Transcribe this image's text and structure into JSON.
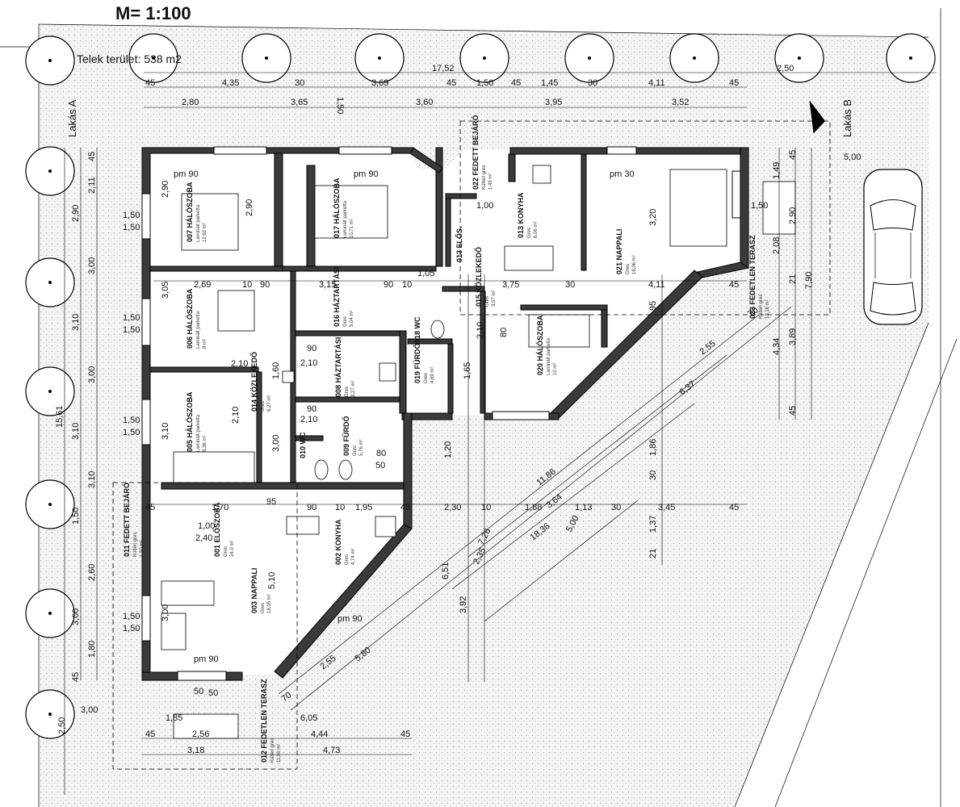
{
  "scale": "M= 1:100",
  "lot_area": "Telek terület: 538 m2",
  "unit_a": "Lakás A",
  "unit_b": "Lakás B",
  "rooms": {
    "r001": {
      "code": "001",
      "name": "ELŐSZOBA",
      "floor": "Gres",
      "area": "24,0 m²"
    },
    "r002": {
      "code": "002",
      "name": "KONYHA",
      "floor": "Gres",
      "area": "4,74 m²"
    },
    "r003": {
      "code": "003",
      "name": "NAPPALI",
      "floor": "Gres",
      "area": "18,05 m²"
    },
    "r005": {
      "code": "005",
      "name": "HÁLÓSZOBA",
      "floor": "Laminált parketta",
      "area": "8,36 m²"
    },
    "r006": {
      "code": "006",
      "name": "HÁLÓSZOBA",
      "floor": "Laminált parketta",
      "area": "8 m²"
    },
    "r007": {
      "code": "007",
      "name": "HÁLÓSZOBA",
      "floor": "Laminált parketta",
      "area": "12,62 m²"
    },
    "r008": {
      "code": "008",
      "name": "HÁZTARTÁSI",
      "floor": "Gres",
      "area": "3,27 m²"
    },
    "r009": {
      "code": "009",
      "name": "FÜRDŐ",
      "floor": "Gres",
      "area": "5,76 m²"
    },
    "r010": {
      "code": "010",
      "name": "WC",
      "floor": "",
      "area": ""
    },
    "r011": {
      "code": "011",
      "name": "FEDETT BEJÁRÓ",
      "floor": "Kültéri gres",
      "area": "1,50 m²"
    },
    "r012": {
      "code": "012",
      "name": "FEDETLEN TERASZ",
      "floor": "Kültéri gres",
      "area": "11,90 m²"
    },
    "r013": {
      "code": "013",
      "name": "KONYHA",
      "floor": "Gres",
      "area": "6,06 m²"
    },
    "r014": {
      "code": "014",
      "name": "KÖZLEKEDŐ",
      "floor": "Gres",
      "area": "6,27 m²"
    },
    "r015": {
      "code": "015",
      "name": "KÖZLEKEDŐ",
      "floor": "Gres",
      "area": "3,57 m²"
    },
    "r016": {
      "code": "016",
      "name": "HÁZTARTÁSI",
      "floor": "Gres",
      "area": "5,04 m²"
    },
    "r017": {
      "code": "017",
      "name": "HÁLÓSZOBA",
      "floor": "Laminált parketta",
      "area": "10,71 m²"
    },
    "r018": {
      "code": "018",
      "name": "WC",
      "floor": "",
      "area": ""
    },
    "r019": {
      "code": "019",
      "name": "FÜRDŐ",
      "floor": "Gres",
      "area": "4,69 m²"
    },
    "r020": {
      "code": "020",
      "name": "HÁLÓSZOBA",
      "floor": "Laminált parketta",
      "area": "10 m²"
    },
    "r021": {
      "code": "021",
      "name": "NAPPALI",
      "floor": "Gres",
      "area": "18,06 m²"
    },
    "r022": {
      "code": "022",
      "name": "FEDETT BEJÁRÓ",
      "floor": "Kültéri gres",
      "area": "1,49 m²"
    },
    "r023": {
      "code": "023",
      "name": "FEDETLEN TERASZ",
      "floor": "Kültéri gres",
      "area": "13,16 m²"
    },
    "r013b": {
      "code": "013",
      "name": "ELŐS.",
      "floor": "",
      "area": ""
    }
  },
  "dims_top1": {
    "a": "17,52",
    "b": "2,50"
  },
  "dims_top2": [
    "45",
    "4,35",
    "30",
    "3,69",
    "45",
    "1,50",
    "45",
    "1,45",
    "30",
    "4,11",
    "45"
  ],
  "dims_top3": [
    "2,80",
    "3,65",
    "3,60",
    "3,95",
    "3,52"
  ],
  "dims_left_total": "15,61",
  "dims_left": [
    "45",
    "2,11",
    "2,90",
    "3,00",
    "3,10",
    "3,00",
    "3,10",
    "3,10",
    "1,50",
    "2,60",
    "3,00",
    "1,80",
    "45"
  ],
  "dims_left2": [
    "2,90",
    "1,50",
    "1,50",
    "3,05",
    "1,50",
    "1,50",
    "3,10",
    "1,50",
    "1,50",
    "3,00",
    "1,50",
    "1,50",
    "2,50"
  ],
  "dims_bottom": [
    "45",
    "2,56",
    "3,18",
    "4,44",
    "45",
    "4,73",
    "1,85",
    "3,00",
    "6,05"
  ],
  "dims_mid": [
    "2,69",
    "10",
    "90",
    "3,15",
    "90",
    "10",
    "3,75",
    "30",
    "4,11",
    "45",
    "45",
    "1,70",
    "90",
    "10",
    "1,95",
    "45",
    "2,30",
    "10",
    "1,88",
    "1,13",
    "30",
    "3,45",
    "45"
  ],
  "dims_diag": [
    "11,86",
    "3,64",
    "5,00",
    "18,36",
    "2,55",
    "6,37",
    "2,55",
    "5,80",
    "2,35",
    "7,26",
    "6,51",
    "3,92",
    "70",
    "70"
  ],
  "dims_right": [
    "45",
    "1,49",
    "2,90",
    "2,08",
    "5,00",
    "21",
    "7,90",
    "4,34",
    "3,89",
    "45",
    "95",
    "1,86",
    "30",
    "1,37",
    "21",
    "5,10"
  ],
  "door_tags": [
    "pm 90",
    "pm 90",
    "pm 30",
    "pm 90",
    "pm 90"
  ],
  "misc": [
    "2,10",
    "90",
    "2,10",
    "90",
    "2,10",
    "1,60",
    "2,10",
    "80",
    "1,65",
    "1,20",
    "50",
    "1,00",
    "2,10",
    "2,40",
    "50",
    "80",
    "50",
    "1,05",
    "1,00",
    "3,20",
    "1,50",
    "2,90",
    "95",
    "3,00",
    "1,50"
  ]
}
